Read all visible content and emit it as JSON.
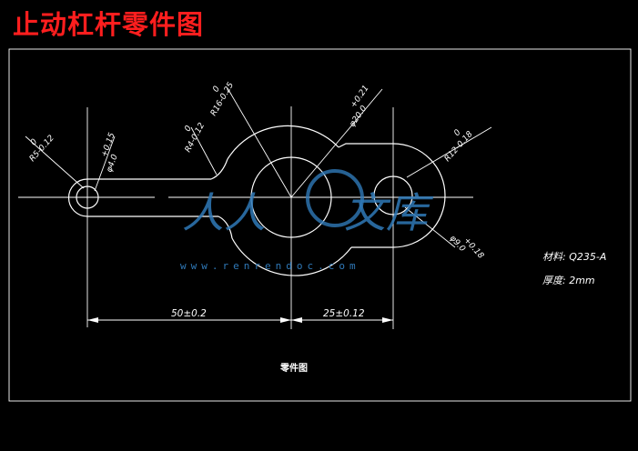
{
  "title": "止动杠杆零件图",
  "drawing": {
    "caption": "零件图",
    "material_label": "材料: Q235-A",
    "thickness_label": "厚度: 2mm",
    "dimensions": {
      "left_spacing": "50±0.2",
      "right_spacing": "25±0.12",
      "r5": "R5-0.12",
      "r5_top": "0",
      "d4": "φ4.0",
      "d4_tol": "+0.15",
      "r4": "R4-0.12",
      "r4_top": "0",
      "r16": "R16-0.25",
      "r16_top": "0",
      "d20": "φ20.0",
      "d20_tol": "+0.21",
      "r12": "R12-0.18",
      "r12_top": "0",
      "d9": "φ9.0",
      "d9_tol": "+0.18"
    }
  },
  "watermark": {
    "text_left": "人人",
    "text_right": "文库",
    "url": "www.renrendoc.com"
  },
  "colors": {
    "title": "#ff1e1e",
    "lines": "#ffffff",
    "watermark": "#2f79b8",
    "background": "#000000"
  }
}
